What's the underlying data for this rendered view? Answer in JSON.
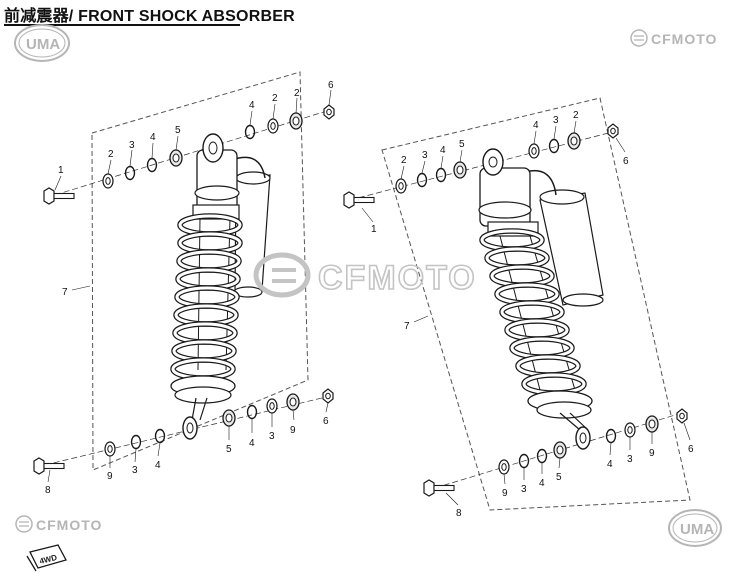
{
  "title": "前减震器/ FRONT SHOCK ABSORBER",
  "brand": {
    "uma_text": "UMA",
    "cfmoto_text": "CFMOTO",
    "watermark_text": "CFMOTO",
    "badge_text": "4WD"
  },
  "callouts": {
    "left": {
      "n1": "1",
      "n2a": "2",
      "n3a": "3",
      "n4a": "4",
      "n5a": "5",
      "n4b": "4",
      "n2b": "2",
      "n6a": "6",
      "n7": "7",
      "n5b": "5",
      "n4c": "4",
      "n3b": "3",
      "n9a": "9",
      "n6b": "6",
      "n8": "8",
      "n9b": "9",
      "n3c": "3",
      "n4d": "4"
    },
    "right": {
      "n1": "1",
      "n2a": "2",
      "n3a": "3",
      "n4a": "4",
      "n5a": "5",
      "n4b": "4",
      "n3b": "3",
      "n2b": "2",
      "n6a": "6",
      "n7": "7",
      "n4c": "4",
      "n3c": "3",
      "n9a": "9",
      "n6b": "6",
      "n8": "8",
      "n9b": "9",
      "n3d": "3",
      "n4d": "4",
      "n5b": "5"
    }
  },
  "colors": {
    "line": "#1a1a1a",
    "dash": "#555555",
    "watermark": "#c4c4c4",
    "logo_gray": "#b5b5b5"
  }
}
